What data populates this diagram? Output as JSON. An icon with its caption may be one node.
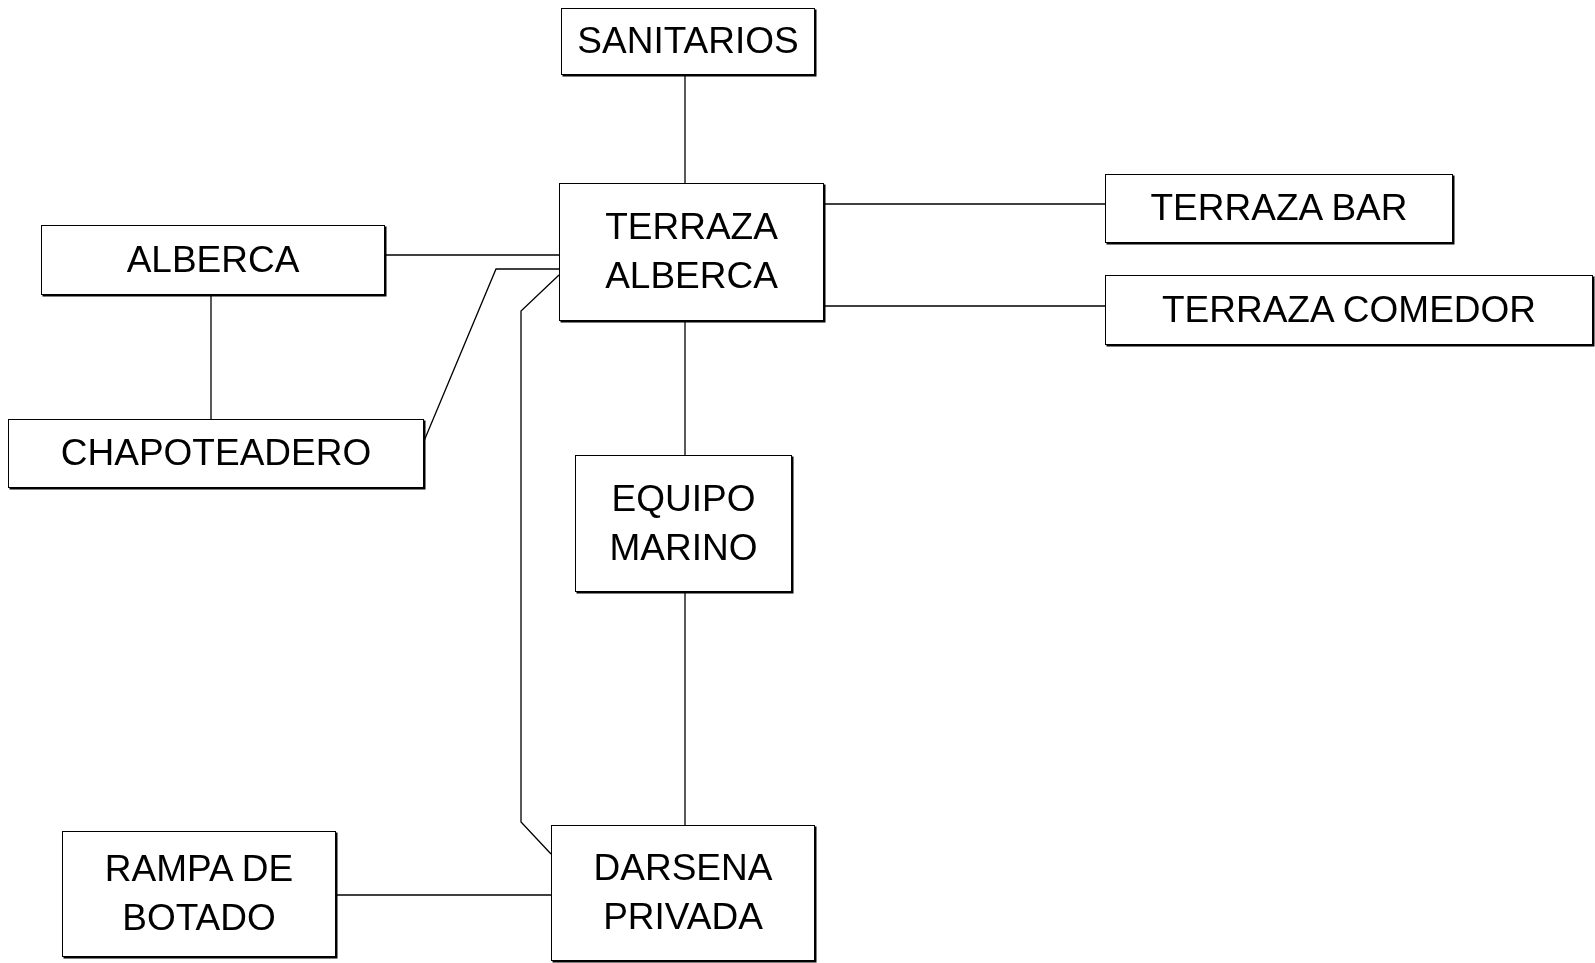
{
  "diagram": {
    "nodes": [
      {
        "text": [
          "SANITARIOS"
        ]
      },
      {
        "text": [
          "TERRAZA ALBERCA"
        ]
      },
      {
        "text": [
          "TERRAZA BAR"
        ]
      },
      {
        "text": [
          "ALBERCA"
        ]
      },
      {
        "text": [
          "TERRAZA COMEDOR"
        ]
      },
      {
        "text": [
          "CHAPOTEADERO"
        ]
      },
      {
        "text": [
          "EQUIPO MARINO"
        ]
      },
      {
        "text": [
          "RAMPA DE BOTADO"
        ]
      },
      {
        "text": [
          "DARSENA PRIVADA"
        ]
      }
    ],
    "edges": [
      {
        "from": 0,
        "to": 1,
        "arrow": "none"
      },
      {
        "from": 1,
        "to": 2,
        "arrow": "none"
      },
      {
        "from": 1,
        "to": 4,
        "arrow": "none"
      },
      {
        "from": 3,
        "to": 1,
        "arrow": "none"
      },
      {
        "from": 3,
        "to": 5,
        "arrow": "none"
      },
      {
        "from": 5,
        "to": 1,
        "arrow": "none"
      },
      {
        "from": 1,
        "to": 8,
        "arrow": "none"
      },
      {
        "from": 1,
        "to": 6,
        "arrow": "none"
      },
      {
        "from": 6,
        "to": 8,
        "arrow": "none"
      },
      {
        "from": 7,
        "to": 8,
        "arrow": "none"
      }
    ]
  }
}
